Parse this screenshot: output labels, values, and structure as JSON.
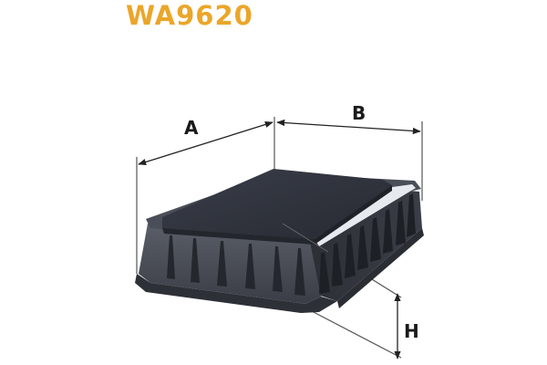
{
  "product": {
    "code": "WA9620",
    "type": "panel air filter",
    "title_color": "#eba62a"
  },
  "dimensions": {
    "labels": [
      "A",
      "B",
      "H"
    ],
    "a_label": "A",
    "b_label": "B",
    "h_label": "H"
  },
  "colors": {
    "frame": "#3c3f48",
    "foam": "#2f333d",
    "media": "#e8ecf0",
    "lines": "#444444"
  }
}
